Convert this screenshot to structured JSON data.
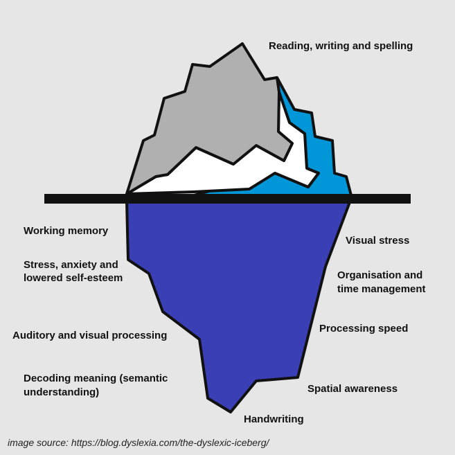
{
  "above_water": {
    "label": "Reading, writing and spelling"
  },
  "below_left": [
    "Working memory",
    "Stress, anxiety and",
    "lowered self-esteem",
    "Auditory and visual processing",
    "Decoding meaning (semantic",
    "understanding)"
  ],
  "below_right": [
    "Visual stress",
    "Organisation and",
    "time management",
    "Processing speed",
    "Spatial awareness"
  ],
  "bottom": "Handwriting",
  "source": "image source: https://blog.dyslexia.com/the-dyslexic-iceberg/",
  "colors": {
    "background": "#e6e6e6",
    "ice_gray": "#b0b0b0",
    "ice_blue": "#0096d8",
    "underwater": "#3a3fb5",
    "waterline": "#111111"
  }
}
